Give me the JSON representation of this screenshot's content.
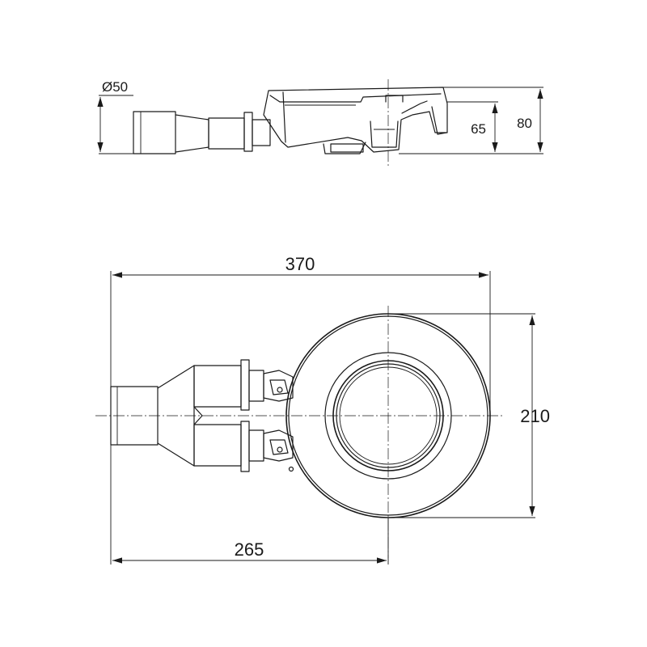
{
  "side_view": {
    "pipe_diameter_label": "Ø50",
    "height_inner_label": "65",
    "height_total_label": "80"
  },
  "top_view": {
    "overall_length_label": "370",
    "overall_width_label": "210",
    "center_to_outlet_label": "265"
  }
}
